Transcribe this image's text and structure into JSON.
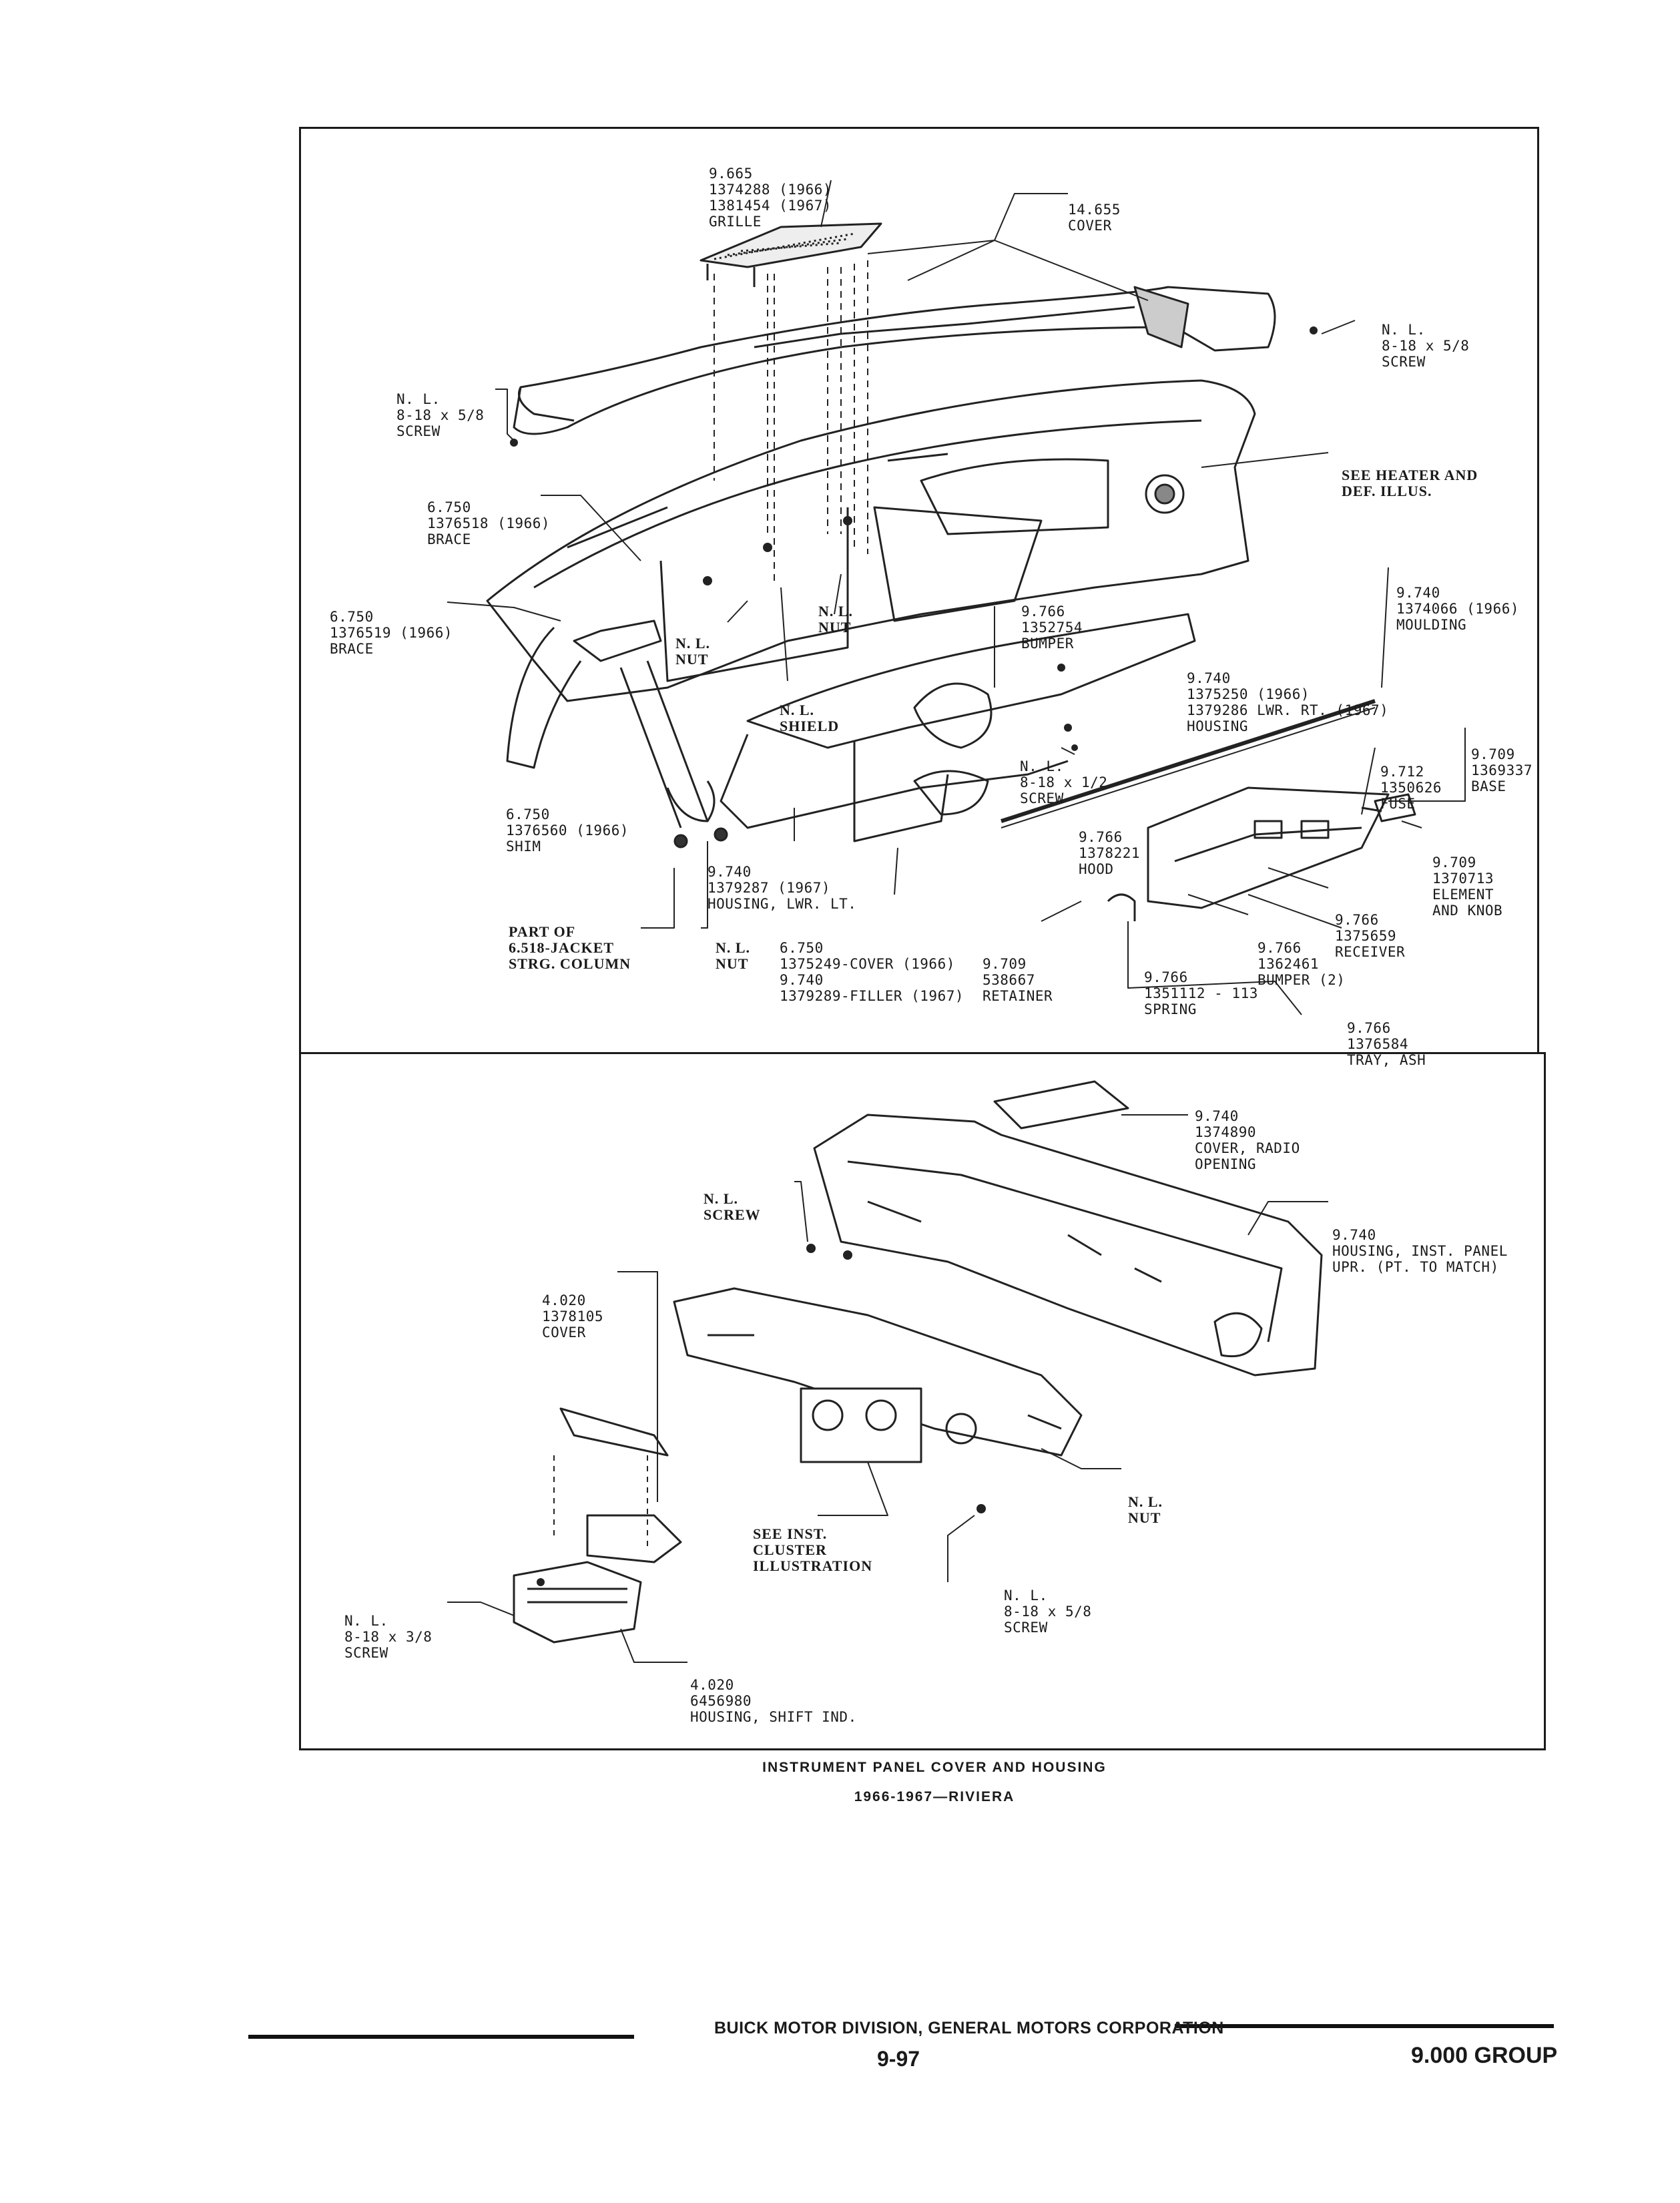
{
  "upper_labels": [
    {
      "id": "grille",
      "lines": [
        "9.665",
        "1374288 (1966)",
        "1381454 (1967)",
        "GRILLE"
      ]
    },
    {
      "id": "cover-top",
      "lines": [
        "14.655",
        "COVER"
      ]
    },
    {
      "id": "screw-right",
      "lines": [
        "N. L.",
        "8-18 x 5/8",
        "SCREW"
      ]
    },
    {
      "id": "screw-left",
      "lines": [
        "N. L.",
        "8-18 x 5/8",
        "SCREW"
      ]
    },
    {
      "id": "heater",
      "lines": [
        "SEE HEATER AND",
        "DEF. ILLUS."
      ]
    },
    {
      "id": "brace-1",
      "lines": [
        "6.750",
        "1376518 (1966)",
        "BRACE"
      ]
    },
    {
      "id": "brace-2",
      "lines": [
        "6.750",
        "1376519 (1966)",
        "BRACE"
      ]
    },
    {
      "id": "moulding",
      "lines": [
        "9.740",
        "1374066 (1966)",
        "MOULDING"
      ]
    },
    {
      "id": "nut-1",
      "lines": [
        "N. L.",
        "NUT"
      ]
    },
    {
      "id": "nut-2",
      "lines": [
        "N. L.",
        "NUT"
      ]
    },
    {
      "id": "bumper-1",
      "lines": [
        "9.766",
        "1352754",
        "BUMPER"
      ]
    },
    {
      "id": "housing-rt",
      "lines": [
        "9.740",
        "1375250 (1966)",
        "1379286 LWR. RT. (1967)",
        "HOUSING"
      ]
    },
    {
      "id": "shield",
      "lines": [
        "N. L.",
        "SHIELD"
      ]
    },
    {
      "id": "base",
      "lines": [
        "9.709",
        "1369337",
        "BASE"
      ]
    },
    {
      "id": "fuse",
      "lines": [
        "9.712",
        "1350626",
        "FUSE"
      ]
    },
    {
      "id": "screw-half",
      "lines": [
        "N. L.",
        "8-18 x 1/2",
        "SCREW"
      ]
    },
    {
      "id": "shim",
      "lines": [
        "6.750",
        "1376560 (1966)",
        "SHIM"
      ]
    },
    {
      "id": "hood",
      "lines": [
        "9.766",
        "1378221",
        "HOOD"
      ]
    },
    {
      "id": "element",
      "lines": [
        "9.709",
        "1370713",
        "ELEMENT",
        "AND KNOB"
      ]
    },
    {
      "id": "housing-lt",
      "lines": [
        "9.740",
        "1379287 (1967)",
        "HOUSING, LWR. LT."
      ]
    },
    {
      "id": "receiver",
      "lines": [
        "9.766",
        "1375659",
        "RECEIVER"
      ]
    },
    {
      "id": "jacket",
      "lines": [
        "PART OF",
        "6.518-JACKET",
        "STRG. COLUMN"
      ]
    },
    {
      "id": "nut-3",
      "lines": [
        "N. L.",
        "NUT"
      ]
    },
    {
      "id": "cover-filler",
      "lines": [
        "6.750",
        "1375249-COVER (1966)",
        "",
        "9.740",
        "1379289-FILLER (1967)"
      ]
    },
    {
      "id": "retainer",
      "lines": [
        "9.709",
        "538667",
        "RETAINER"
      ]
    },
    {
      "id": "bumper-2",
      "lines": [
        "9.766",
        "1362461",
        "BUMPER (2)"
      ]
    },
    {
      "id": "spring",
      "lines": [
        "9.766",
        "1351112 - 113",
        "SPRING"
      ]
    },
    {
      "id": "tray",
      "lines": [
        "9.766",
        "1376584",
        "TRAY, ASH"
      ]
    }
  ],
  "lower_labels": [
    {
      "id": "radio-cover",
      "lines": [
        "9.740",
        "1374890",
        "COVER, RADIO",
        "OPENING"
      ]
    },
    {
      "id": "screw-l1",
      "lines": [
        "N. L.",
        "SCREW"
      ]
    },
    {
      "id": "inst-housing",
      "lines": [
        "9.740",
        "HOUSING, INST. PANEL",
        "UPR. (PT. TO MATCH)"
      ]
    },
    {
      "id": "cover-4020",
      "lines": [
        "4.020",
        "1378105",
        "COVER"
      ]
    },
    {
      "id": "nut-l",
      "lines": [
        "N. L.",
        "NUT"
      ]
    },
    {
      "id": "cluster",
      "lines": [
        "SEE INST.",
        "CLUSTER",
        "ILLUSTRATION"
      ]
    },
    {
      "id": "screw-l2",
      "lines": [
        "N. L.",
        "8-18 x 5/8",
        "SCREW"
      ]
    },
    {
      "id": "screw-l3",
      "lines": [
        "N. L.",
        "8-18 x 3/8",
        "SCREW"
      ]
    },
    {
      "id": "shift-housing",
      "lines": [
        "4.020",
        "6456980",
        "HOUSING, SHIFT IND."
      ]
    }
  ],
  "caption": {
    "line1": "INSTRUMENT PANEL COVER AND HOUSING",
    "line2": "1966-1967—RIVIERA"
  },
  "footer": {
    "division": "BUICK MOTOR DIVISION, GENERAL MOTORS CORPORATION",
    "page": "9-97",
    "group": "9.000 GROUP"
  }
}
